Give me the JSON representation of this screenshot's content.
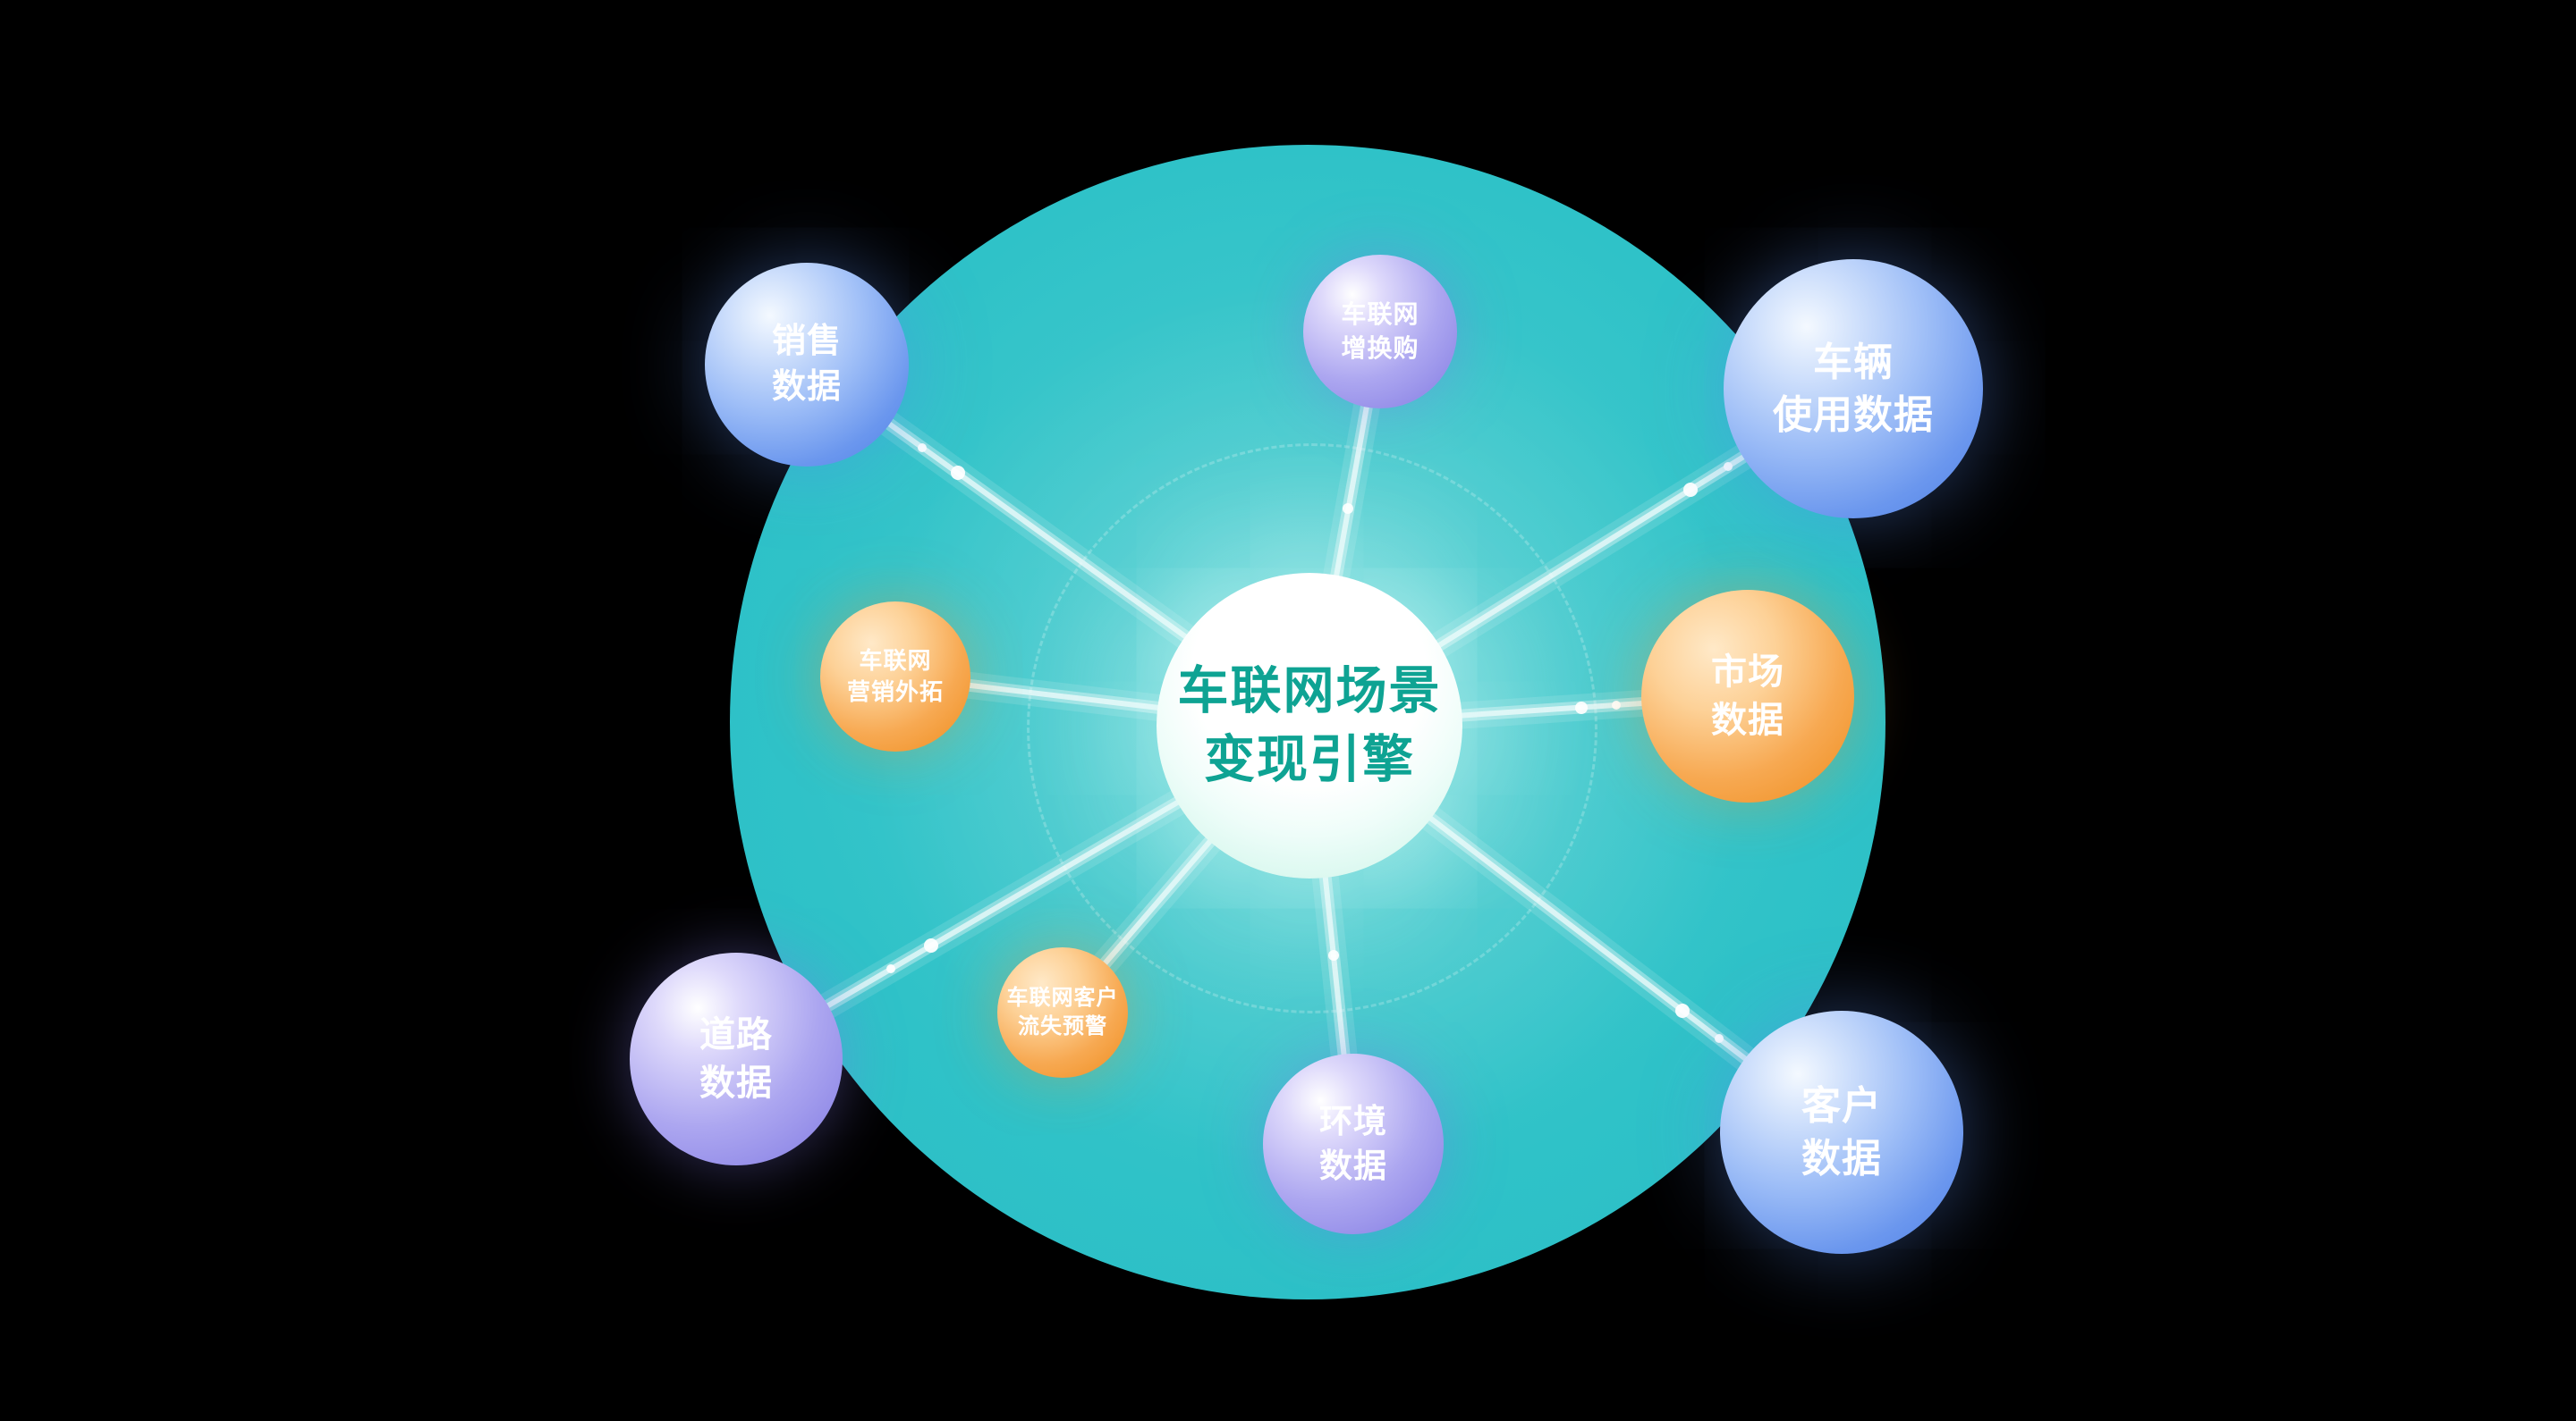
{
  "diagram": {
    "center": {
      "title_line1": "车联网场景",
      "title_line2": "变现引擎"
    },
    "nodes": {
      "sales": {
        "line1": "销售",
        "line2": "数据"
      },
      "trade_in": {
        "line1": "车联网",
        "line2": "增换购"
      },
      "vehicle_usage": {
        "line1": "车辆",
        "line2": "使用数据"
      },
      "market": {
        "line1": "市场",
        "line2": "数据"
      },
      "marketing": {
        "line1": "车联网",
        "line2": "营销外拓"
      },
      "road": {
        "line1": "道路",
        "line2": "数据"
      },
      "churn": {
        "line1": "车联网客户",
        "line2": "流失预警"
      },
      "environment": {
        "line1": "环境",
        "line2": "数据"
      },
      "customer": {
        "line1": "客户",
        "line2": "数据"
      }
    },
    "colors": {
      "background": "#000000",
      "teal_disc": "#2fc2c8",
      "blue_node": "#5b8df0",
      "purple_node": "#8a84e8",
      "orange_node": "#f49a36",
      "center_text": "#0ea393",
      "beam": "#ffffff"
    }
  }
}
